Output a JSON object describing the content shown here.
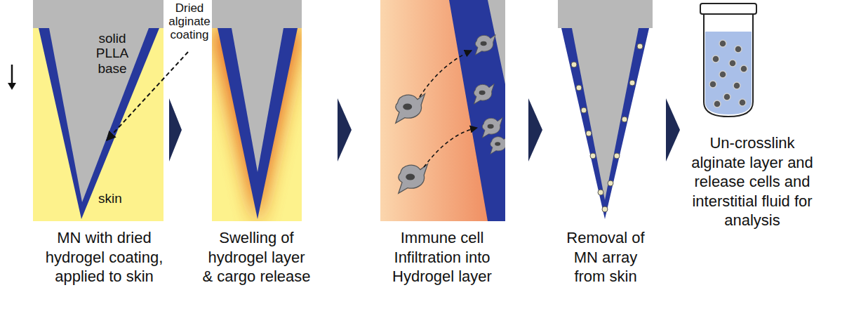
{
  "diagram": {
    "nodes": [
      {
        "text": [
          "MN with dried hydrogel coating, applied to skin"
        ]
      },
      {
        "text": [
          "Swelling of hydrogel layer & cargo release"
        ]
      },
      {
        "text": [
          "Immune cell Infiltration into Hydrogel layer"
        ]
      },
      {
        "text": [
          "Removal of MN array from skin"
        ]
      },
      {
        "text": [
          "Un-crosslink alginate layer and release cells and interstitial fluid for analysis"
        ]
      }
    ],
    "edges": [
      {
        "from": 0,
        "to": 1,
        "arrow": "to"
      },
      {
        "from": 1,
        "to": 2,
        "arrow": "to"
      },
      {
        "from": 2,
        "to": 3,
        "arrow": "to"
      },
      {
        "from": 3,
        "to": 4,
        "arrow": "to"
      }
    ],
    "labels": [
      "solid PLLA base",
      "Dried alginate coating",
      "skin"
    ]
  }
}
